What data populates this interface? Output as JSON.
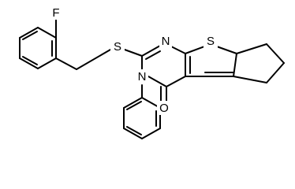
{
  "diagram": {
    "type": "skeletal-formula",
    "atoms": {
      "fluorine": "F",
      "sulfur_thioether": "S",
      "sulfur_thiophene": "S",
      "nitrogen_imine": "N",
      "nitrogen_amide": "N",
      "oxygen_carbonyl": "O"
    },
    "colors": {
      "bond": "#000000",
      "label": "#000000",
      "background": "#ffffff"
    }
  }
}
